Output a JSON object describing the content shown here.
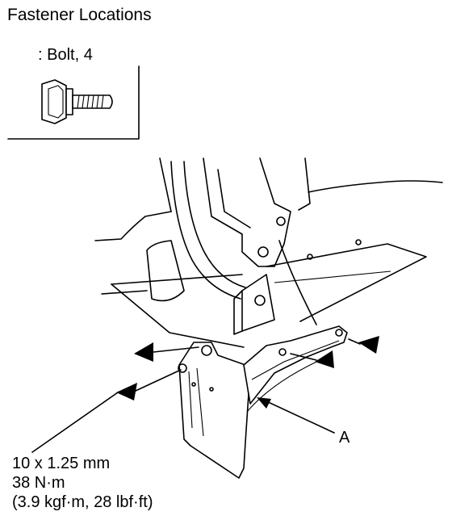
{
  "title": "Fastener Locations",
  "legend": {
    "label": ": Bolt, 4",
    "icon": "bolt-icon"
  },
  "spec": {
    "size": "10 x 1.25 mm",
    "torque_nm": "38 N·m",
    "torque_alt": "(3.9 kgf·m, 28 lbf·ft)"
  },
  "callouts": {
    "a": "A"
  },
  "arrow_count": 4
}
